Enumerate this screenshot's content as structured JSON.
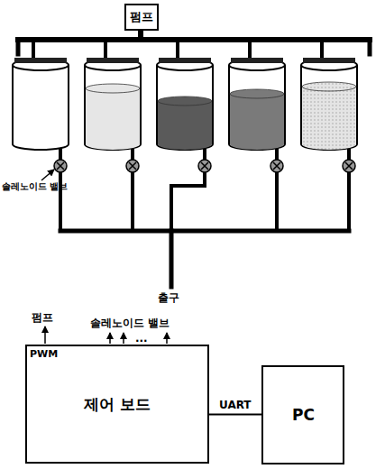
{
  "diagram": {
    "nodes": [
      {
        "text": [
          "펌프"
        ]
      },
      {
        "text": [
          "PWM",
          "제어 보드"
        ]
      },
      {
        "text": [
          "PC"
        ]
      }
    ],
    "edges": [
      {
        "from": 1,
        "to": 2,
        "arrow": "none",
        "label": "UART"
      }
    ],
    "labels": [
      "솔레노이드 밸브",
      "출구",
      "펌프",
      "솔레노이드 밸브",
      "..."
    ]
  }
}
